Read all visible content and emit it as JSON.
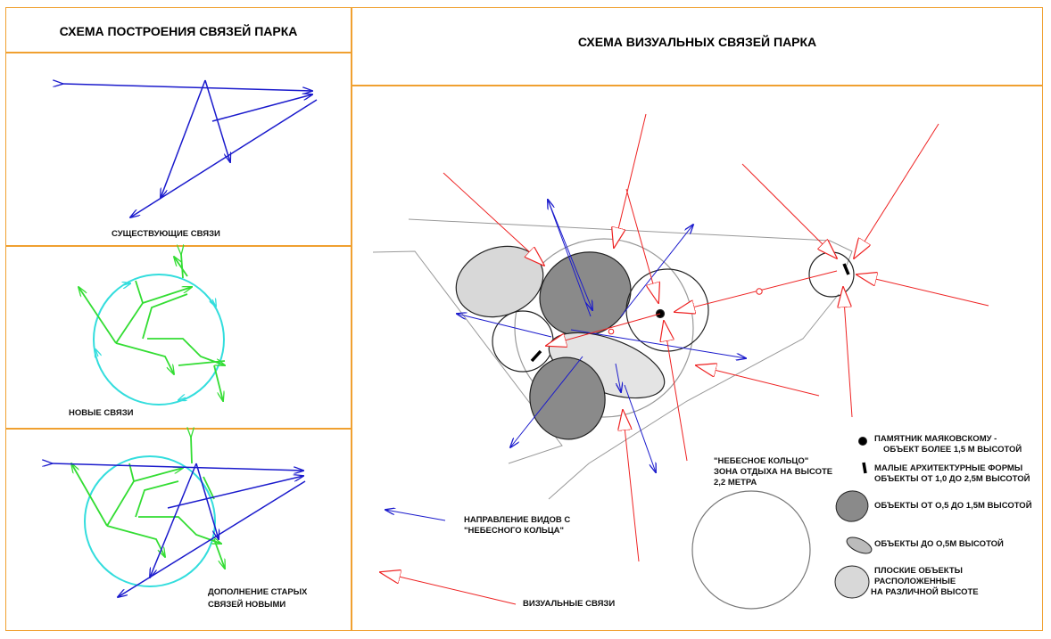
{
  "left": {
    "title": "СХЕМА ПОСТРОЕНИЯ СВЯЗЕЙ ПАРКА",
    "existing_label": "СУЩЕСТВУЮЩИЕ СВЯЗИ",
    "new_label": "НОВЫЕ СВЯЗИ",
    "combined_label_1": "ДОПОЛНЕНИЕ СТАРЫХ",
    "combined_label_2": "СВЯЗЕЙ НОВЫМИ"
  },
  "right": {
    "title": "СХЕМА ВИЗУАЛЬНЫХ СВЯЗЕЙ ПАРКА",
    "sky_ring_1": "\"НЕБЕСНОЕ КОЛЬЦО\"",
    "sky_ring_2": "ЗОНА ОТДЫХА НА ВЫСОТЕ",
    "sky_ring_3": "2,2 МЕТРА",
    "views_1": "НАПРАВЛЕНИЕ ВИДОВ С",
    "views_2": "\"НЕБЕСНОГО КОЛЬЦА\"",
    "visual_links": "ВИЗУАЛЬНЫЕ СВЯЗИ"
  },
  "legend": {
    "monument_1": "ПАМЯТНИК МАЯКОВСКОМУ -",
    "monument_2": "ОБЪЕКТ БОЛЕЕ 1,5 М ВЫСОТОЙ",
    "small_forms_1": "МАЛЫЕ АРХИТЕКТУРНЫЕ ФОРМЫ",
    "small_forms_2": "ОБЪЕКТЫ ОТ 1,0  ДО 2,5М ВЫСОТОЙ",
    "mid_objects": "ОБЪЕКТЫ ОТ О,5  ДО 1,5М ВЫСОТОЙ",
    "low_objects": "ОБЪЕКТЫ ДО О,5М   ВЫСОТОЙ",
    "flat_1": "ПЛОСКИЕ ОБЪЕКТЫ",
    "flat_2": "РАСПОЛОЖЕННЫЕ",
    "flat_3": "НА РАЗЛИЧНОЙ ВЫСОТЕ"
  },
  "colors": {
    "border": "#f0a030",
    "blue": "#1a1acc",
    "green": "#33dd33",
    "cyan": "#33dddd",
    "red": "#ee2222"
  }
}
